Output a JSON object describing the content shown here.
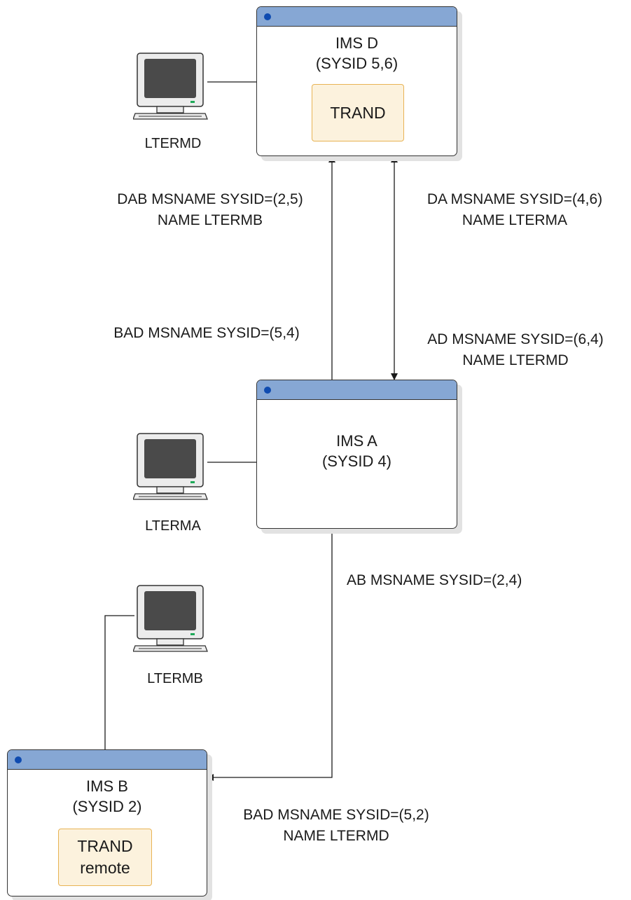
{
  "systems": {
    "ims_d": {
      "name": "IMS D",
      "sysid": "(SYSID 5,6)",
      "transaction": "TRAND"
    },
    "ims_a": {
      "name": "IMS A",
      "sysid": "(SYSID 4)"
    },
    "ims_b": {
      "name": "IMS B",
      "sysid": "(SYSID 2)",
      "transaction_line1": "TRAND",
      "transaction_line2": "remote"
    }
  },
  "terminals": {
    "d": "LTERMD",
    "a": "LTERMA",
    "b": "LTERMB"
  },
  "links": {
    "dab": {
      "line1": "DAB MSNAME SYSID=(2,5)",
      "line2": "NAME LTERMB"
    },
    "da": {
      "line1": "DA MSNAME SYSID=(4,6)",
      "line2": "NAME LTERMA"
    },
    "bad_a": {
      "line1": "BAD MSNAME SYSID=(5,4)"
    },
    "ad": {
      "line1": "AD MSNAME SYSID=(6,4)",
      "line2": "NAME LTERMD"
    },
    "ab": {
      "line1": "AB MSNAME SYSID=(2,4)"
    },
    "bad_b": {
      "line1": "BAD MSNAME SYSID=(5,2)",
      "line2": "NAME LTERMD"
    }
  },
  "colors": {
    "title_bar": "#86a7d4",
    "title_dot": "#0f4bb0",
    "transaction_fill": "#fcf2dd",
    "transaction_border": "#e8b354",
    "screen": "#4a4a4a",
    "screen_led": "#1faa59"
  },
  "icons": [
    "computer-terminal-icon",
    "window-dot-icon",
    "arrow-head-icon"
  ]
}
